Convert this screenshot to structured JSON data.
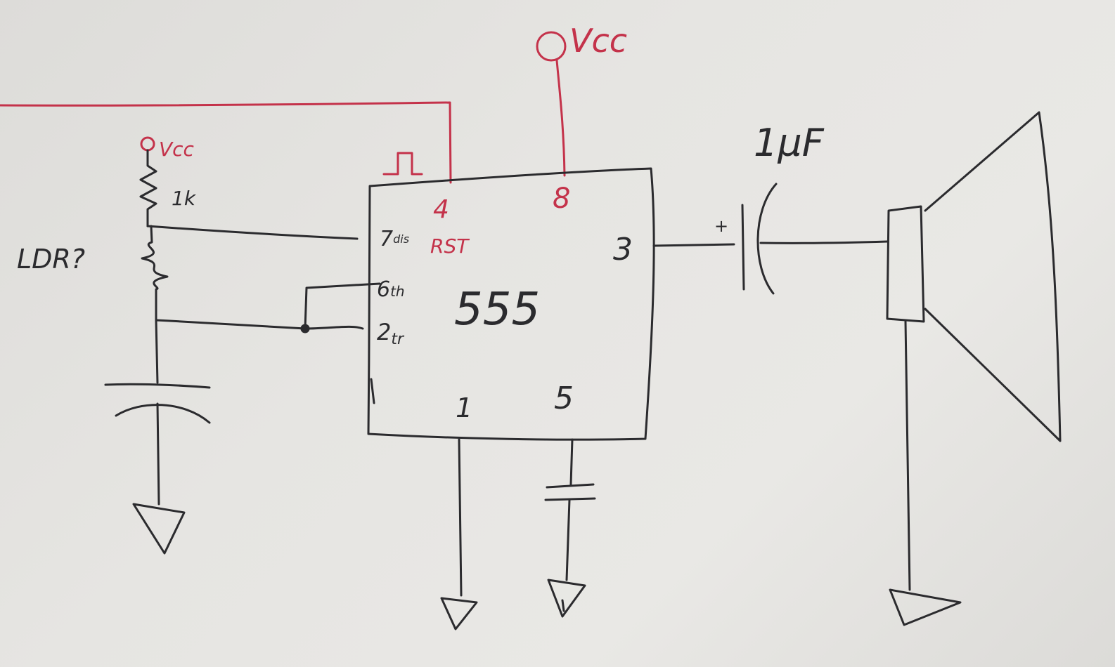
{
  "colors": {
    "black_marker": "#2b2b2e",
    "red_marker": "#c4324a",
    "board": "#e4e3e0"
  },
  "labels": {
    "vcc_top": "Vcc",
    "vcc_left": "Vcc",
    "resistor": "1k",
    "ldr": "LDR?",
    "cap_value": "1µF",
    "chip_name": "555",
    "pin_4": "4",
    "pin_8": "8",
    "pin_3": "3",
    "pin_1": "1",
    "pin_5": "5",
    "pin_7": "7",
    "pin_7_sub": "dis",
    "pin_6": "6",
    "pin_6_sub": "th",
    "pin_2": "2",
    "pin_2_sub": "tr",
    "rst": "RST",
    "plus": "+",
    "pulse": "⎍"
  }
}
